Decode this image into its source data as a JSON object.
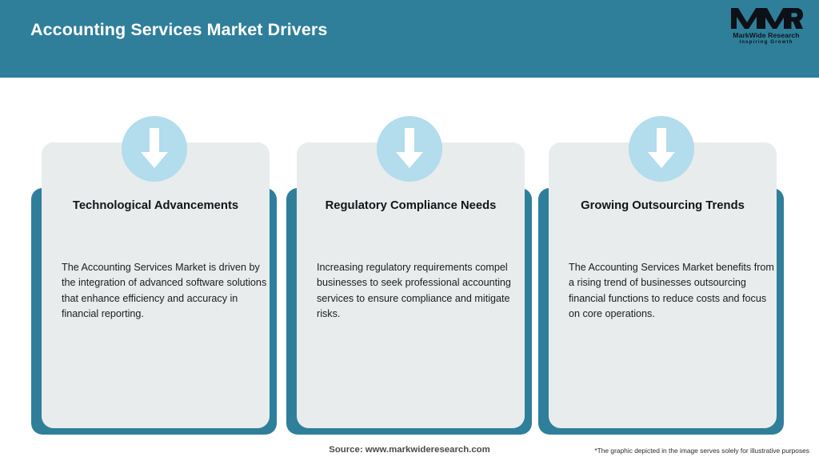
{
  "header": {
    "title": "Accounting Services Market Drivers",
    "background_color": "#2f7f9b",
    "title_color": "#ffffff"
  },
  "logo": {
    "mark": "MWR",
    "name": "MarkWide Research",
    "tagline": "Inspiring Growth"
  },
  "theme": {
    "teal": "#2f7f9b",
    "card_gray": "#e8ecec",
    "badge_blue": "#b3dced",
    "arrow_white": "#ffffff",
    "page_background": "#ffffff"
  },
  "cards": [
    {
      "icon": "down-arrow-icon",
      "title": "Technological Advancements",
      "description": "The Accounting Services Market is driven by the integration of advanced software solutions that enhance efficiency and accuracy in financial reporting."
    },
    {
      "icon": "down-arrow-icon",
      "title": "Regulatory Compliance Needs",
      "description": "Increasing regulatory requirements compel businesses to seek professional accounting services to ensure compliance and mitigate risks."
    },
    {
      "icon": "down-arrow-icon",
      "title": "Growing Outsourcing Trends",
      "description": "The Accounting Services Market benefits from a rising trend of businesses outsourcing financial functions to reduce costs and focus on core operations."
    }
  ],
  "footer": {
    "source": "Source: www.markwideresearch.com",
    "disclaimer": "*The graphic depicted in the image serves solely for illustrative purposes"
  }
}
